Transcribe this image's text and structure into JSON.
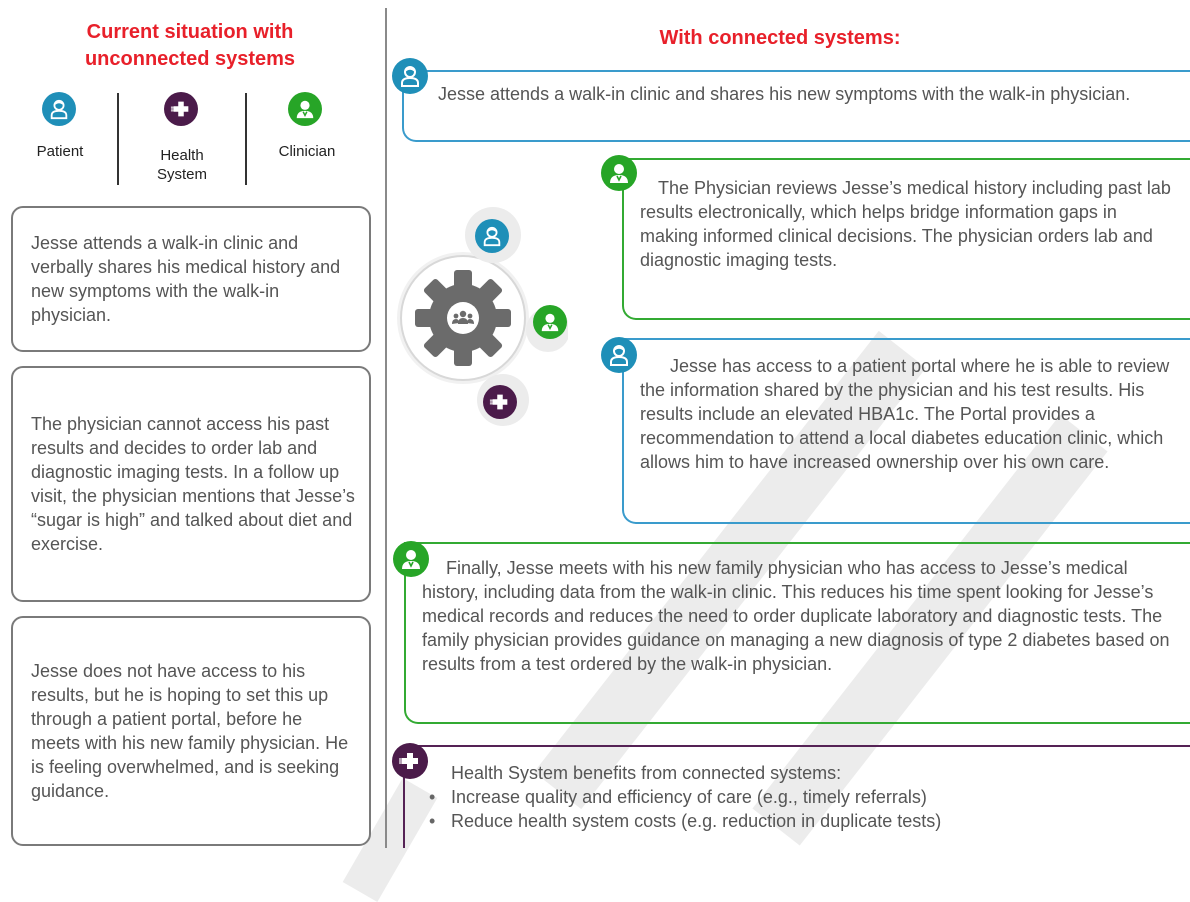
{
  "left": {
    "title_line1": "Current situation with",
    "title_line2": "unconnected systems",
    "legend": {
      "patient": "Patient",
      "health_line1": "Health",
      "health_line2": "System",
      "clinician": "Clinician"
    },
    "box1": "Jesse attends a walk-in clinic and verbally shares his medical history and new symptoms with the walk-in physician.",
    "box2": "The physician cannot access his past results and decides to order lab and diagnostic imaging tests. In a follow up visit, the physician mentions that Jesse’s “sugar is high” and talked about diet and exercise.",
    "box3": "Jesse does not have access to his results, but he is hoping to set this up through a patient portal, before he meets with his new family physician. He is feeling overwhelmed, and is seeking guidance."
  },
  "right": {
    "title": "With connected systems:",
    "box1": "Jesse attends a walk-in clinic and shares his new symptoms with the walk-in physician.",
    "box2": "The Physician reviews Jesse’s medical history including past  lab results electronically, which helps bridge information gaps in making informed clinical decisions. The physician orders lab and diagnostic imaging tests.",
    "box3": "Jesse has access to a patient portal where he is able to review the information shared by the physician and his test results. His results include an elevated HBA1c. The Portal provides a recommendation to attend a local diabetes education clinic, which allows him to have increased ownership over his own care.",
    "box4": "Finally,  Jesse meets with his new family physician who has access to Jesse’s medical history, including  data from the walk-in clinic. This reduces his time spent looking for Jesse’s medical records and reduces the need to order duplicate laboratory and diagnostic tests. The family physician provides guidance on managing a new diagnosis of type 2 diabetes based on results from a test ordered by the walk-in  physician.",
    "box5_heading": "Health System benefits from connected systems:",
    "box5_bullets": [
      "Increase quality and efficiency of care (e.g., timely referrals)",
      "Reduce health system costs (e.g. reduction in duplicate tests)"
    ]
  },
  "colors": {
    "title_red": "#e8202a",
    "patient_blue": "#1f8fb8",
    "clinician_green": "#27a527",
    "health_purple": "#4b1b4a"
  },
  "icons": {
    "patient": "patient-icon",
    "clinician": "clinician-icon",
    "health_system": "health-system-icon",
    "gear": "gear-icon",
    "group": "people-group-icon"
  }
}
